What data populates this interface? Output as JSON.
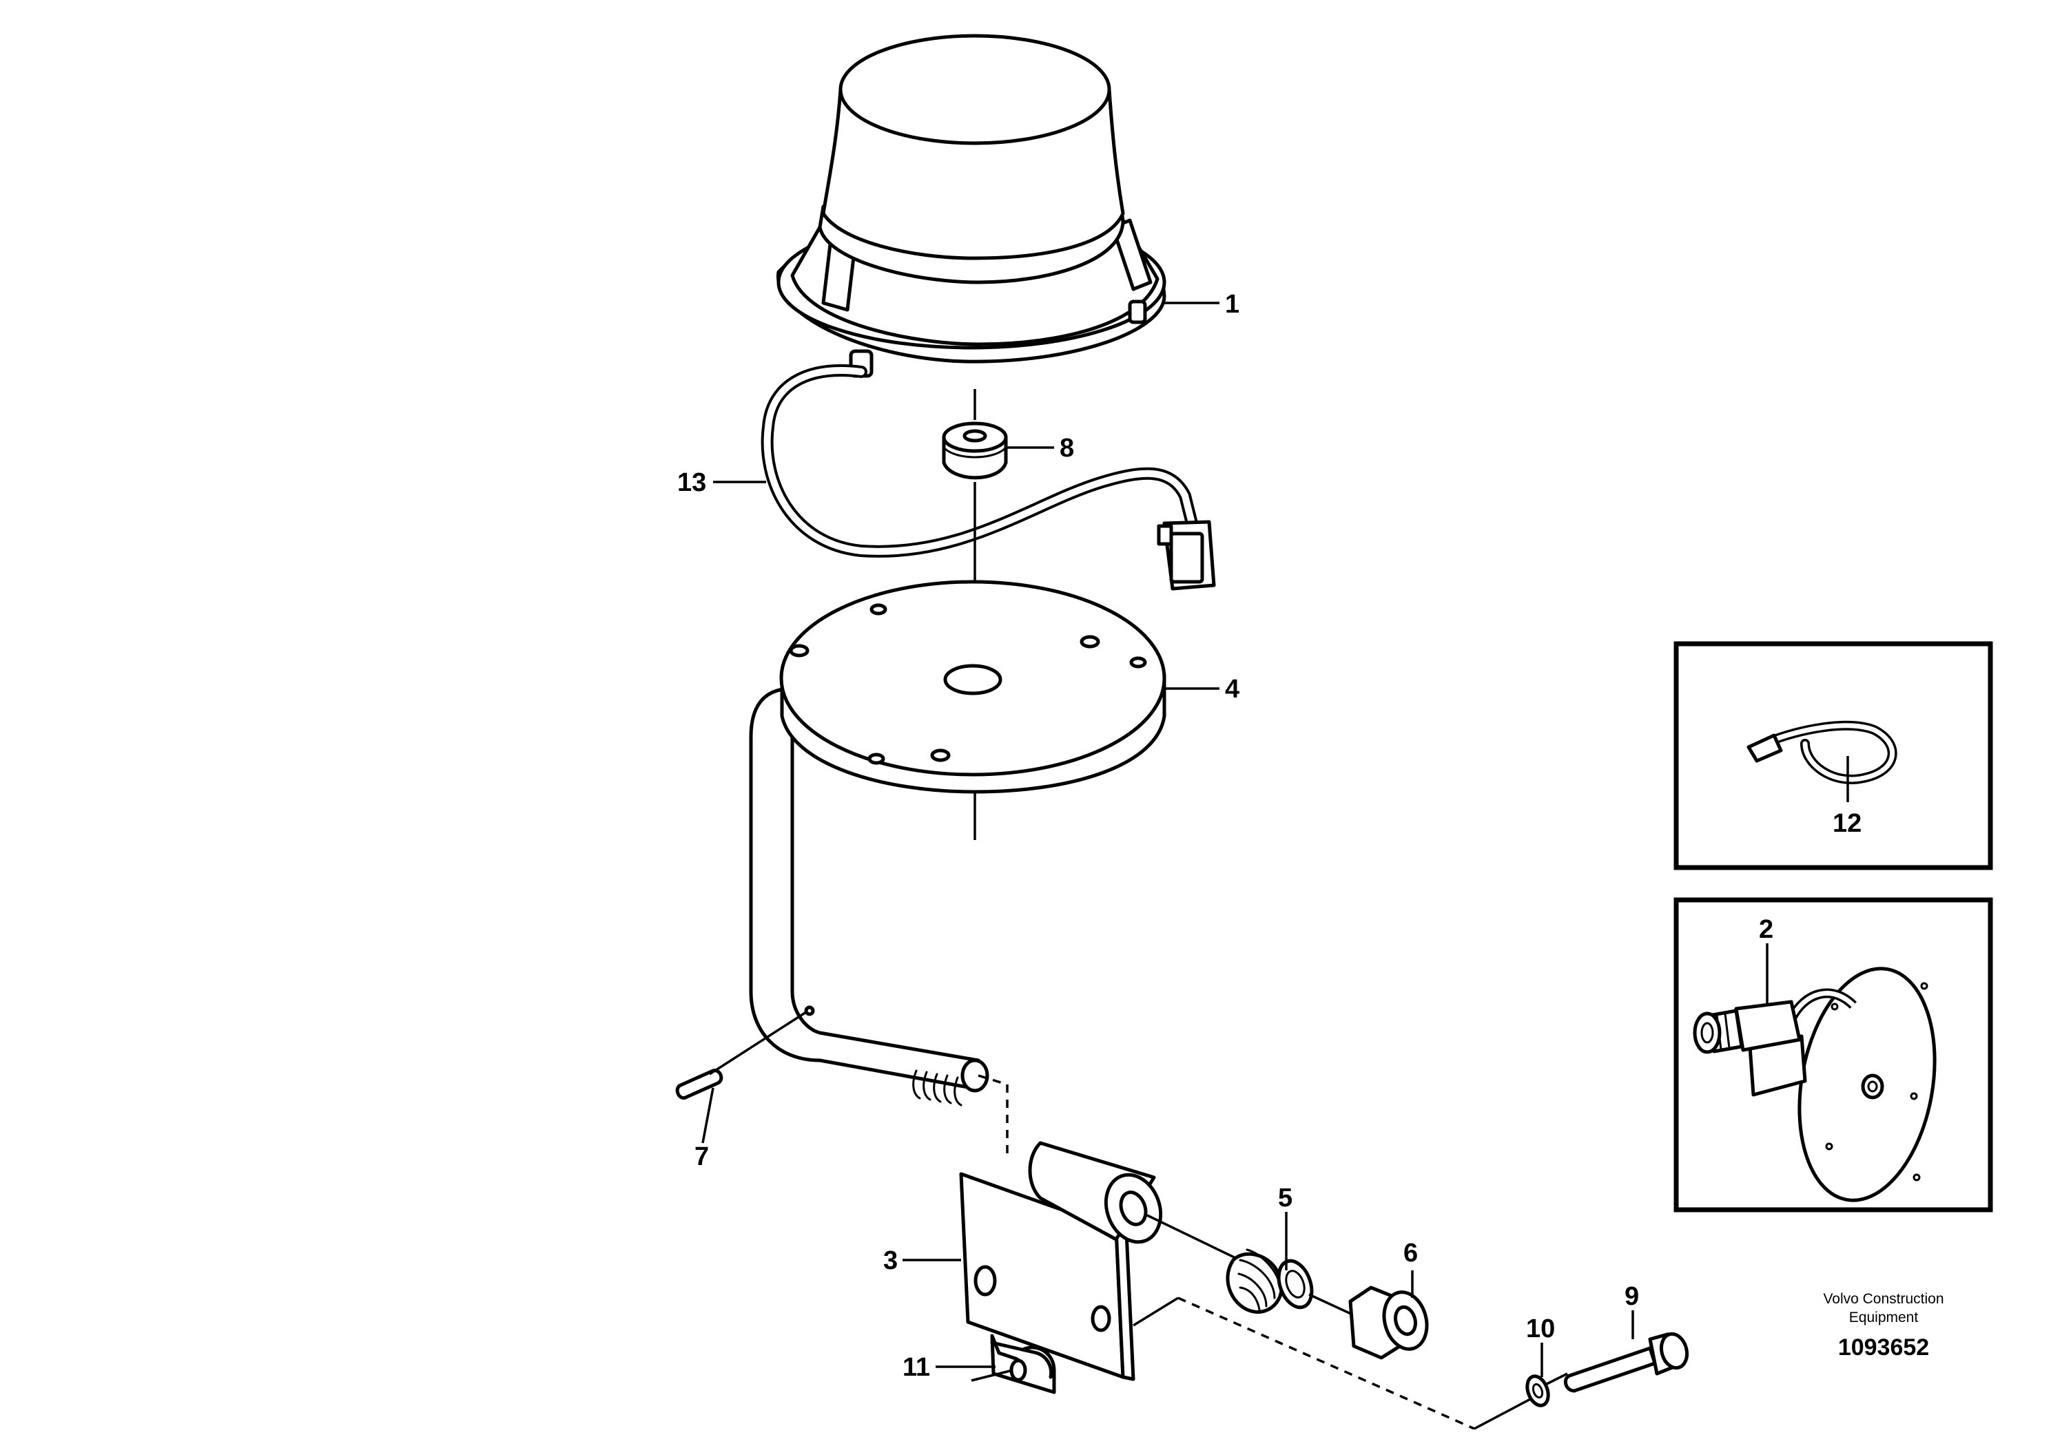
{
  "callouts": {
    "c1": "1",
    "c2": "2",
    "c3": "3",
    "c4": "4",
    "c5": "5",
    "c6": "6",
    "c7": "7",
    "c8": "8",
    "c9": "9",
    "c10": "10",
    "c11": "11",
    "c12": "12",
    "c13": "13"
  },
  "credit": {
    "line1": "Volvo Construction",
    "line2": "Equipment"
  },
  "drawing_number": "1093652"
}
